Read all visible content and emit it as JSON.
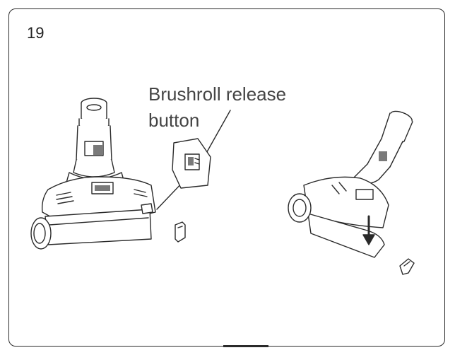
{
  "step": {
    "number": "19"
  },
  "callout": {
    "line1": "Brushroll release",
    "line2": "button"
  },
  "colors": {
    "line": "#2a2a2a",
    "text": "#444444",
    "shade": "#7a7a7a"
  }
}
